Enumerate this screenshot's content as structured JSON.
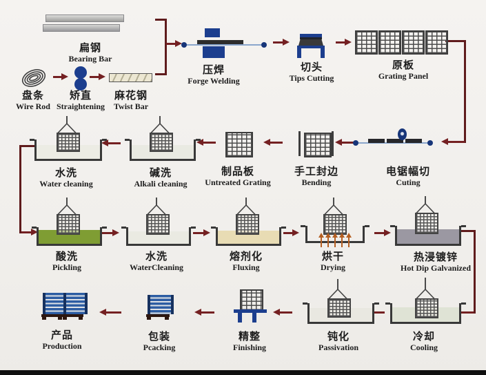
{
  "diagram": {
    "title": "Steel grating production process flow",
    "background_color": "#f1efec",
    "arrow_color": "#742022",
    "accent_blue": "#1c3e8e",
    "stations": {
      "bearing_bar": {
        "zh": "扁钢",
        "en": "Bearing Bar"
      },
      "wire_rod": {
        "zh": "盘条",
        "en": "Wire Rod"
      },
      "straightening": {
        "zh": "矫直",
        "en": "Straightening"
      },
      "twist_bar": {
        "zh": "麻花钢",
        "en": "Twist Bar"
      },
      "forge_welding": {
        "zh": "压焊",
        "en": "Forge Welding"
      },
      "tips_cutting": {
        "zh": "切头",
        "en": "Tips Cutting"
      },
      "grating_panel": {
        "zh": "原板",
        "en": "Grating Panel"
      },
      "cutting": {
        "zh": "电锯幅切",
        "en": "Cuting"
      },
      "bending": {
        "zh": "手工封边",
        "en": "Bending"
      },
      "untreated_grating": {
        "zh": "制品板",
        "en": "Untreated Grating"
      },
      "alkali_cleaning": {
        "zh": "碱洗",
        "en": "Alkali cleaning"
      },
      "water_cleaning": {
        "zh": "水洗",
        "en": "Water cleaning"
      },
      "pickling": {
        "zh": "酸洗",
        "en": "Pickling"
      },
      "water_cleaning_2": {
        "zh": "水洗",
        "en": "WaterCleaning"
      },
      "fluxing": {
        "zh": "熔剂化",
        "en": "Fluxing"
      },
      "drying": {
        "zh": "烘干",
        "en": "Drying"
      },
      "hot_dip_galvanized": {
        "zh": "热浸镀锌",
        "en": "Hot Dip Galvanized"
      },
      "cooling": {
        "zh": "冷却",
        "en": "Cooling"
      },
      "passivation": {
        "zh": "钝化",
        "en": "Passivation"
      },
      "finishing": {
        "zh": "精整",
        "en": "Finishing"
      },
      "packing": {
        "zh": "包装",
        "en": "Pcacking"
      },
      "production": {
        "zh": "产品",
        "en": "Production"
      }
    },
    "tank_colors": {
      "pickling": "#7f9d33",
      "fluxing": "#e8dcb4",
      "hot_dip_galvanized": "#9b98a2",
      "water": "#ebece4",
      "cooling": "#dfe3d5"
    }
  }
}
